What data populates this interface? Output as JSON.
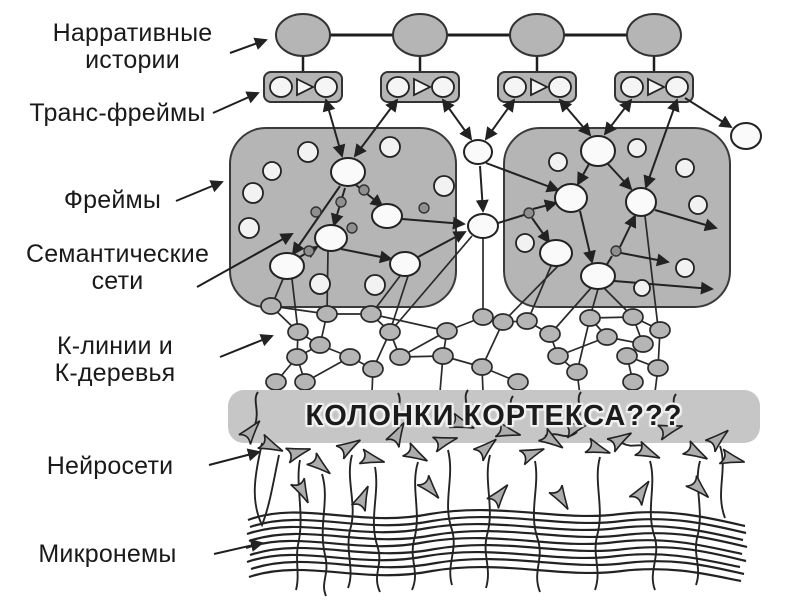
{
  "figure": {
    "description": "levels-of-mental-representation-diagram",
    "labels": {
      "narrative": {
        "line1": "Нарративные",
        "line2": "истории"
      },
      "transframes": {
        "text": "Транс-фреймы"
      },
      "frames": {
        "text": "Фреймы"
      },
      "semantic": {
        "line1": "Семантические",
        "line2": "сети"
      },
      "klines": {
        "line1": "К-линии и",
        "line2": "К-деревья"
      },
      "neuralnets": {
        "text": "Нейросети"
      },
      "micronemes": {
        "text": "Микронемы"
      }
    },
    "banner": {
      "text": "КОЛОНКИ КОРТЕКСА???"
    },
    "colors": {
      "shape_gray": "#b5b5b5",
      "banner_gray": "#c6c6c6",
      "node_white": "#fafafa",
      "outline": "#222222",
      "dot_gray": "#8f8f8f",
      "background": "#ffffff"
    },
    "icons": {
      "narrative_node": "gray-ellipse",
      "transframe_slot": "circle-triangle-circle",
      "frame_region": "rounded-gray-box",
      "semantic_node": "white-circle",
      "kline_node": "small-gray-ellipse",
      "neuron": "concave-triangle-with-tail",
      "microneme": "wavy-line-bundle"
    }
  }
}
